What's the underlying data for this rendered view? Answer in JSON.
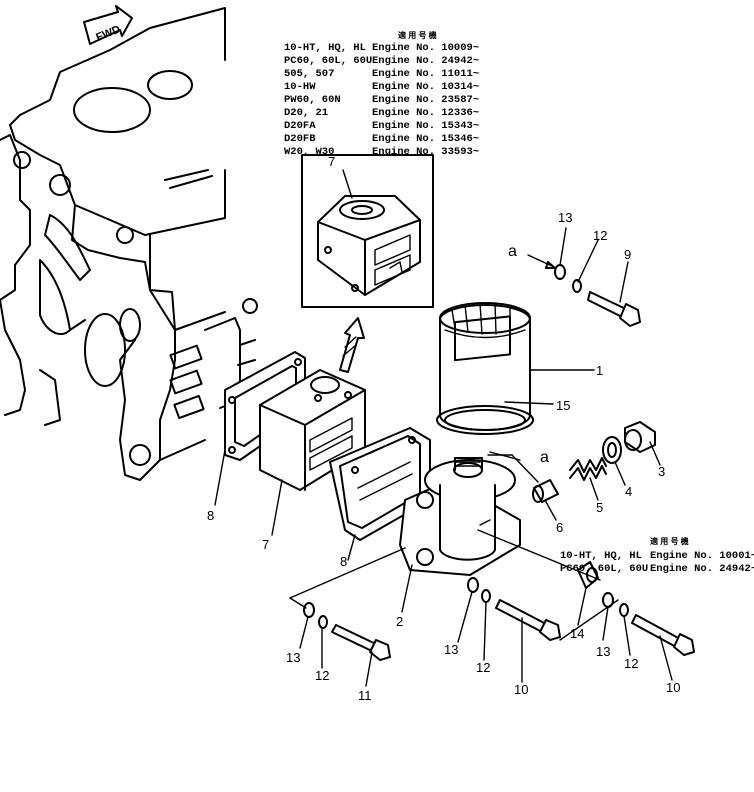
{
  "fwd_label": "FWD",
  "table_top": {
    "header": "適 用 号 機",
    "rows": [
      {
        "model": "10-HT, HQ, HL",
        "engine": "Engine No. 10009~"
      },
      {
        "model": "PC60, 60L, 60U",
        "engine": "Engine No. 24942~"
      },
      {
        "model": "505, 507",
        "engine": "Engine No. 11011~"
      },
      {
        "model": "10-HW",
        "engine": "Engine No. 10314~"
      },
      {
        "model": "PW60, 60N",
        "engine": "Engine No. 23587~"
      },
      {
        "model": "D20, 21",
        "engine": "Engine No. 12336~"
      },
      {
        "model": "D20FA",
        "engine": "Engine No. 15343~"
      },
      {
        "model": "D20FB",
        "engine": "Engine No. 15346~"
      },
      {
        "model": "W20, W30",
        "engine": "Engine No. 33593~"
      }
    ]
  },
  "table_bottom": {
    "header": "適 用 号 機",
    "rows": [
      {
        "model": "10-HT, HQ, HL",
        "engine": "Engine No. 10001~"
      },
      {
        "model": "PC60, 60L, 60U",
        "engine": "Engine No. 24942~"
      }
    ]
  },
  "callouts": {
    "c1": "1",
    "c2": "2",
    "c3": "3",
    "c4": "4",
    "c5": "5",
    "c6": "6",
    "c7_inset": "7",
    "c7": "7",
    "c8_left": "8",
    "c8_right": "8",
    "c9": "9",
    "c10_mid": "10",
    "c10_right": "10",
    "c11": "11",
    "c12_top": "12",
    "c12_left": "12",
    "c12_mid": "12",
    "c12_right": "12",
    "c13_top": "13",
    "c13_left": "13",
    "c13_mid": "13",
    "c13_right": "13",
    "c14": "14",
    "c15": "15",
    "a_top": "a",
    "a_mid": "a"
  }
}
